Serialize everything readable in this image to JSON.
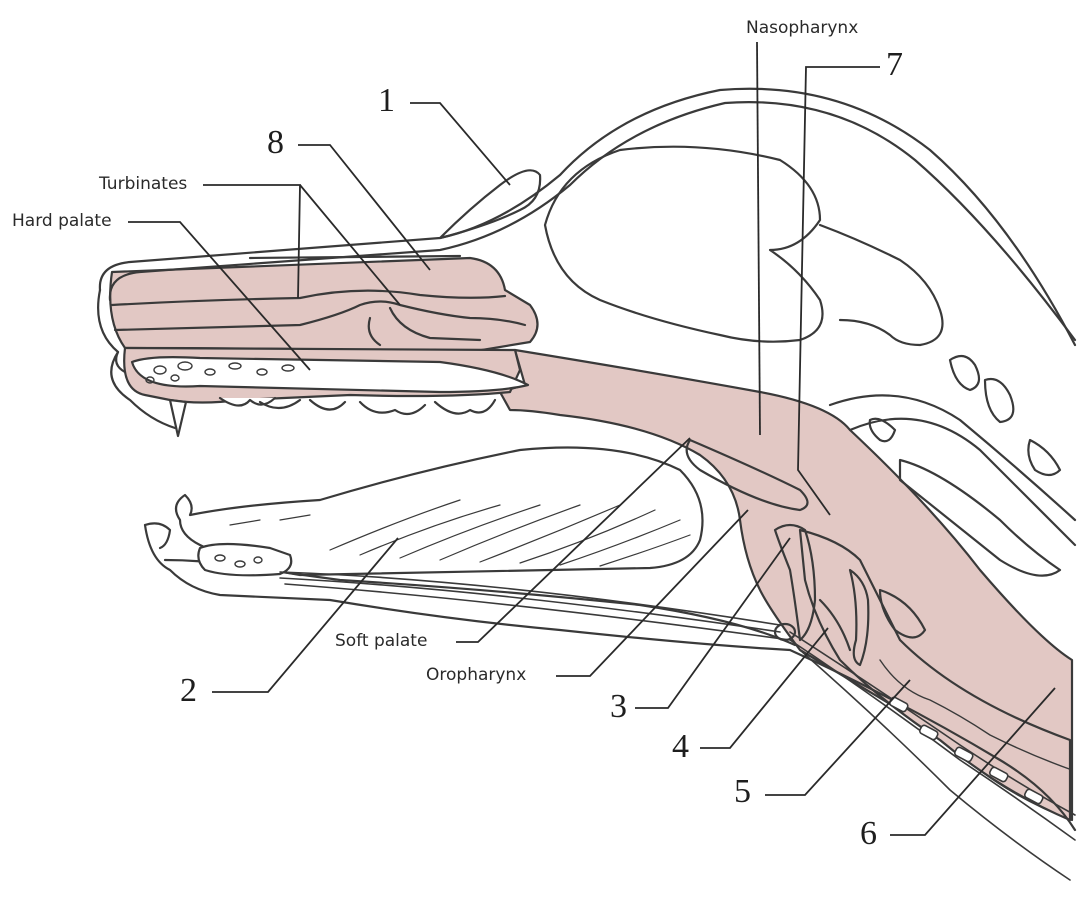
{
  "labels": {
    "nasopharynx": "Nasopharynx",
    "turbinates": "Turbinates",
    "hard_palate": "Hard palate",
    "soft_palate": "Soft palate",
    "oropharynx": "Oropharynx",
    "n1": "1",
    "n2": "2",
    "n3": "3",
    "n4": "4",
    "n5": "5",
    "n6": "6",
    "n7": "7",
    "n8": "8"
  },
  "colors": {
    "airway_fill": "#e2c8c4",
    "outline": "#3a3a3a",
    "background": "#ffffff"
  }
}
